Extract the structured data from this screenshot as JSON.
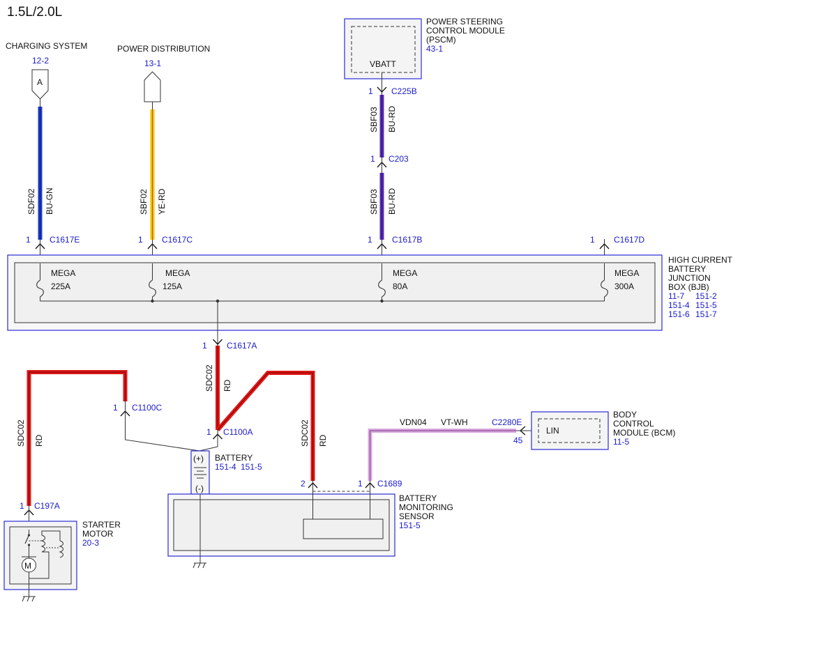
{
  "colors": {
    "outline_blue": "#2b2bd6",
    "ref_blue": "#1a1acc",
    "wire_blue": "#1f3cc8",
    "wire_yellow": "#f2c200",
    "wire_purple": "#5a2fb5",
    "wire_red": "#e01818",
    "wire_pink": "#d8a6dc"
  },
  "header": {
    "title": "1.5L/2.0L"
  },
  "charging": {
    "title": "CHARGING SYSTEM",
    "ref": "12-2",
    "connector_letter": "A",
    "circuit": "SDF02",
    "wire_color": "BU-GN",
    "pin": "1",
    "connector": "C1617E"
  },
  "power_dist": {
    "title": "POWER DISTRIBUTION",
    "ref": "13-1",
    "circuit": "SBF02",
    "wire_color": "YE-RD",
    "pin": "1",
    "connector": "C1617C"
  },
  "pscm": {
    "title": [
      "POWER STEERING",
      "CONTROL MODULE",
      "(PSCM)"
    ],
    "ref": "43-1",
    "terminal": "VBATT",
    "pin_top": "1",
    "connector_top": "C225B",
    "circuit": "SBF03",
    "wire_color": "BU-RD",
    "pin_inline": "1",
    "connector_inline": "C203",
    "pin_bottom": "1",
    "connector_bottom": "C1617B"
  },
  "c1617d": {
    "pin": "1",
    "connector": "C1617D"
  },
  "bjb": {
    "title": [
      "HIGH CURRENT",
      "BATTERY",
      "JUNCTION",
      "BOX (BJB)"
    ],
    "refs": [
      [
        "11-7",
        "151-2"
      ],
      [
        "151-4",
        "151-5"
      ],
      [
        "151-6",
        "151-7"
      ]
    ],
    "fuses": [
      {
        "type": "MEGA",
        "rating": "225A"
      },
      {
        "type": "MEGA",
        "rating": "125A"
      },
      {
        "type": "MEGA",
        "rating": "80A"
      },
      {
        "type": "MEGA",
        "rating": "300A"
      }
    ],
    "output_pin": "1",
    "output_connector": "C1617A"
  },
  "battery_wire": {
    "circuit": "SDC02",
    "wire_color": "RD"
  },
  "starter_wire": {
    "circuit": "SDC02",
    "wire_color": "RD",
    "pin_top": "1",
    "connector_top": "C1100C",
    "pin_bottom": "1",
    "connector_bottom": "C197A"
  },
  "battery": {
    "title": "BATTERY",
    "refs": [
      "151-4",
      "151-5"
    ],
    "pin": "1",
    "connector": "C1100A",
    "plus": "(+)",
    "minus": "(-)"
  },
  "bms_wire": {
    "circuit": "SDC02",
    "wire_color": "RD",
    "pin": "2"
  },
  "bms": {
    "title": [
      "BATTERY",
      "MONITORING",
      "SENSOR"
    ],
    "ref": "151-5",
    "pin": "1",
    "connector": "C1689"
  },
  "lin_wire": {
    "circuit": "VDN04",
    "wire_color": "VT-WH",
    "connector": "C2280E",
    "pin": "45"
  },
  "bcm": {
    "title": [
      "BODY",
      "CONTROL",
      "MODULE (BCM)"
    ],
    "ref": "11-5",
    "terminal": "LIN"
  },
  "starter": {
    "title": [
      "STARTER",
      "MOTOR"
    ],
    "ref": "20-3",
    "motor_symbol": "M"
  }
}
